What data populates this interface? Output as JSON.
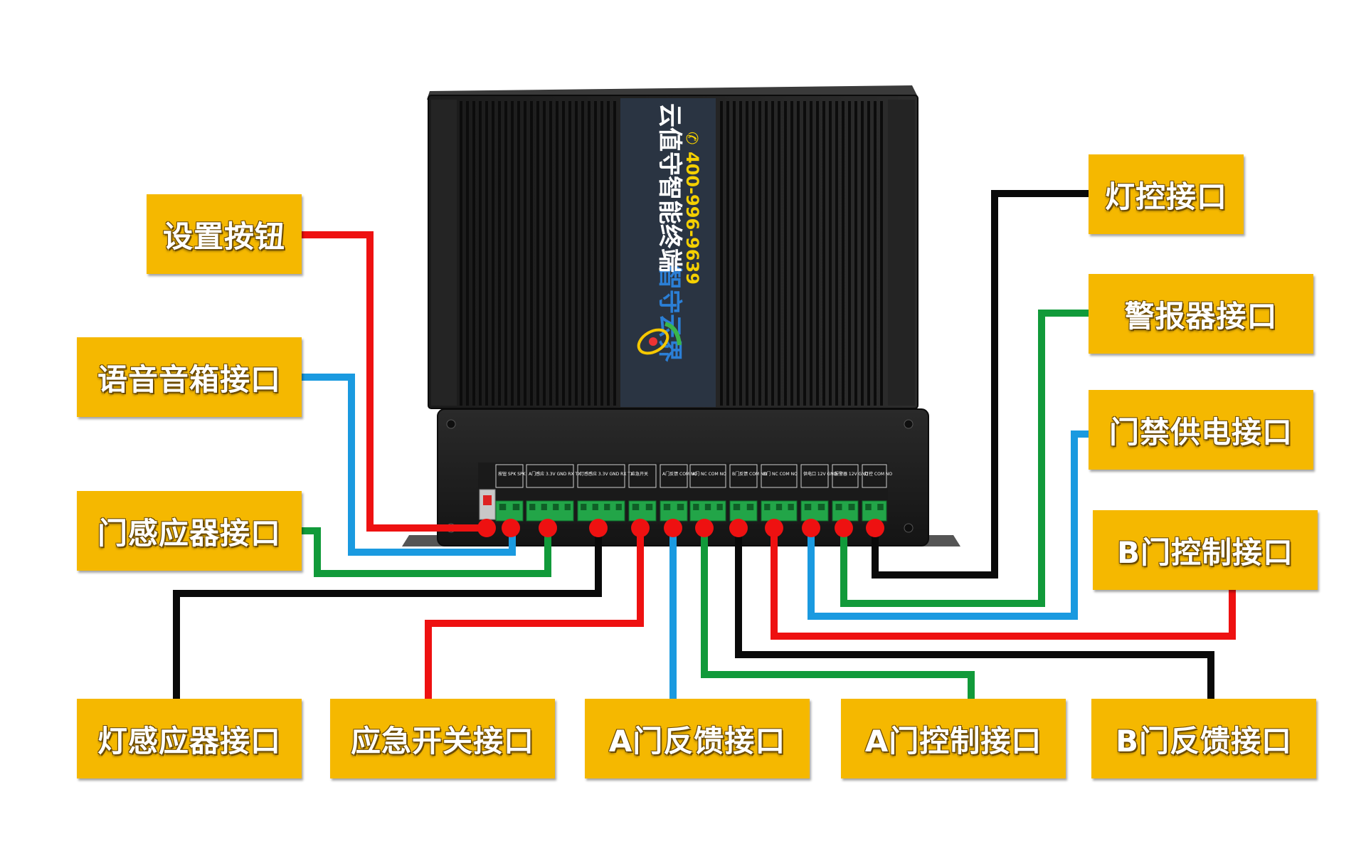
{
  "device": {
    "brand": "智守云界",
    "product_name": "云值守智能终端",
    "phone": "400-996-9639"
  },
  "terminal_labels": [
    "按钮 SPK SPK",
    "A门感应 3.3V GND RX TX",
    "灯感感应 3.3V GND RX TX",
    "应急开关",
    "A门反馈 COM NO",
    "A门 NC COM NO",
    "B门反馈 COM NO",
    "B门 NC COM NO",
    "供电口 12V GND",
    "报警器 12V GND",
    "灯控 COM NO"
  ],
  "labels": {
    "settings_button": "设置按钮",
    "voice_speaker": "语音音箱接口",
    "door_sensor": "门感应器接口",
    "light_sensor": "灯感应器接口",
    "emergency_switch": "应急开关接口",
    "door_a_feedback": "A门反馈接口",
    "door_a_control": "A门控制接口",
    "door_b_feedback": "B门反馈接口",
    "light_control": "灯控接口",
    "alarm": "警报器接口",
    "access_power": "门禁供电接口",
    "door_b_control": "B门控制接口"
  },
  "wire_colors": {
    "red": "#ee1111",
    "blue": "#1a9ae0",
    "green": "#119a3a",
    "black": "#0a0a0a"
  },
  "accent": "#f5b800"
}
